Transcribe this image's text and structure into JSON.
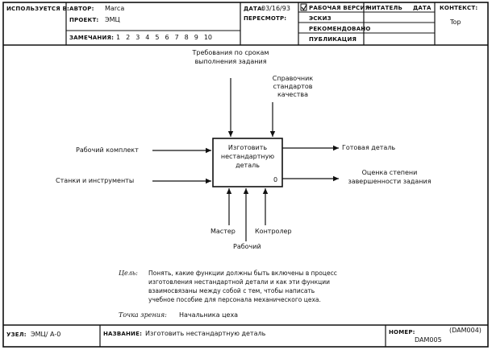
{
  "header": {
    "used_at_label": "ИСПОЛЬЗУЕТСЯ В:",
    "author_label": "АВТОР:",
    "author_value": "Marca",
    "project_label": "ПРОЕКТ:",
    "project_value": "ЭМЦ",
    "notes_label": "ЗАМЕЧАНИЯ:",
    "notes_numbers": [
      "1",
      "2",
      "3",
      "4",
      "5",
      "6",
      "7",
      "8",
      "9",
      "10"
    ],
    "date_label": "ДАТА:",
    "date_value": "03/16/93",
    "rev_label": "ПЕРЕСМОТР:",
    "status_rows": [
      "РАБОЧАЯ ВЕРСИЯ",
      "ЭСКИЗ",
      "РЕКОМЕНДОВАНО",
      "ПУБЛИКАЦИЯ"
    ],
    "reader_label": "ЧИТАТЕЛЬ",
    "reader_date_label": "ДАТА",
    "context_label": "КОНТЕКСТ:",
    "context_value": "Top"
  },
  "diagram": {
    "box_title": "Изготовить нестандартную деталь",
    "box_number": "0",
    "inputs": [
      "Рабочий комплект",
      "Станки и инструменты"
    ],
    "controls": [
      "Требования по срокам выполнения задания",
      "Справочник стандартов качества"
    ],
    "outputs": [
      "Готовая деталь",
      "Оценка степени завершенности задания"
    ],
    "mechanisms": [
      "Мастер",
      "Рабочий",
      "Контролер"
    ]
  },
  "purpose": {
    "label": "Цель:",
    "lines": [
      "Понять, какие функции должны быть включены в процесс",
      "изготовления нестандартной детали и как эти функции",
      "взаимосвязаны между собой с тем, чтобы написать",
      "учебное пособие для персонала механического цеха."
    ]
  },
  "viewpoint": {
    "label": "Точка зрения:",
    "value": "Начальника цеха"
  },
  "footer": {
    "node_label": "УЗЕЛ:",
    "node_value": "ЭМЦ/ А-0",
    "title_label": "НАЗВАНИЕ:",
    "title_value": "Изготовить нестандартную деталь",
    "number_label": "НОМЕР:",
    "number_value": "(DAM004)",
    "number_sub": "DAM005"
  }
}
